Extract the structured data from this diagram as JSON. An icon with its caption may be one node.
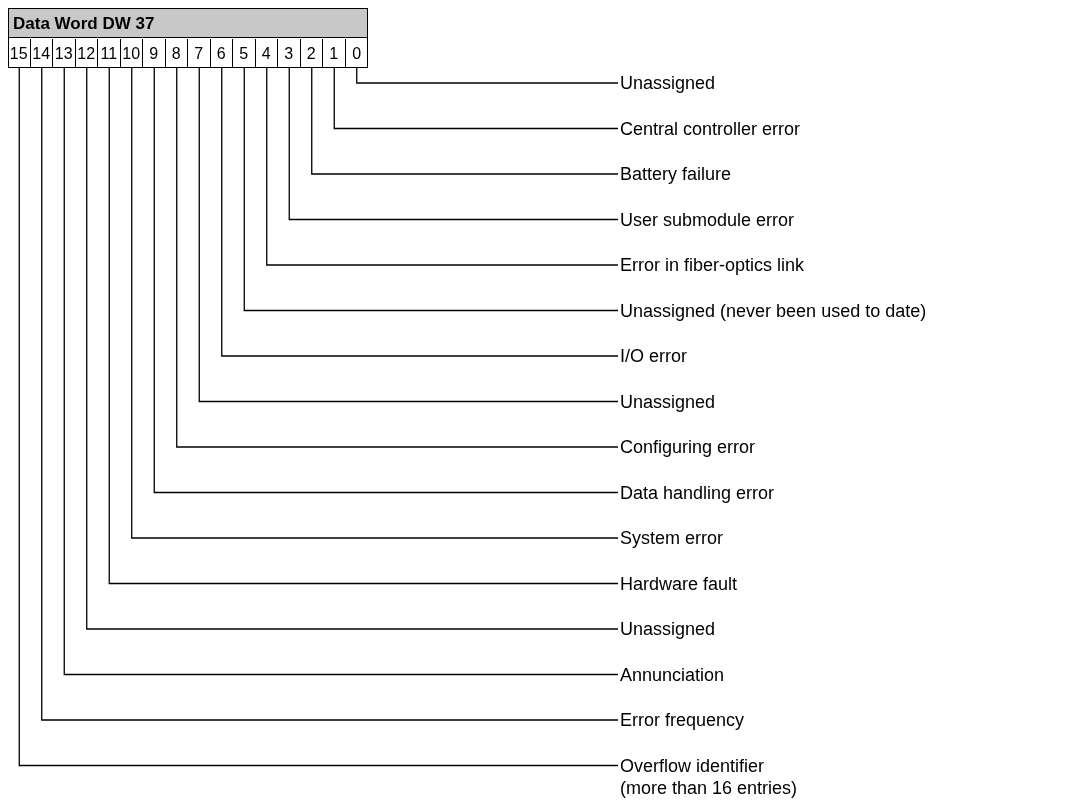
{
  "diagram": {
    "nodes": [
      {
        "text": [
          "Data Word DW 37"
        ]
      },
      {
        "text": [
          "15"
        ],
        "in": 0
      },
      {
        "text": [
          "14"
        ],
        "in": 0
      },
      {
        "text": [
          "13"
        ],
        "in": 0
      },
      {
        "text": [
          "12"
        ],
        "in": 0
      },
      {
        "text": [
          "11"
        ],
        "in": 0
      },
      {
        "text": [
          "10"
        ],
        "in": 0
      },
      {
        "text": [
          "9"
        ],
        "in": 0
      },
      {
        "text": [
          "8"
        ],
        "in": 0
      },
      {
        "text": [
          "7"
        ],
        "in": 0
      },
      {
        "text": [
          "6"
        ],
        "in": 0
      },
      {
        "text": [
          "5"
        ],
        "in": 0
      },
      {
        "text": [
          "4"
        ],
        "in": 0
      },
      {
        "text": [
          "3"
        ],
        "in": 0
      },
      {
        "text": [
          "2"
        ],
        "in": 0
      },
      {
        "text": [
          "1"
        ],
        "in": 0
      },
      {
        "text": [
          "0"
        ],
        "in": 0
      },
      {
        "text": [
          "Unassigned"
        ]
      },
      {
        "text": [
          "Central controller error"
        ]
      },
      {
        "text": [
          "Battery failure"
        ]
      },
      {
        "text": [
          "User submodule error"
        ]
      },
      {
        "text": [
          "Error in fiber-optics link"
        ]
      },
      {
        "text": [
          "Unassigned (never been used to date)"
        ]
      },
      {
        "text": [
          "I/O error"
        ]
      },
      {
        "text": [
          "Unassigned"
        ]
      },
      {
        "text": [
          "Configuring error"
        ]
      },
      {
        "text": [
          "Data handling error"
        ]
      },
      {
        "text": [
          "System error"
        ]
      },
      {
        "text": [
          "Hardware fault"
        ]
      },
      {
        "text": [
          "Unassigned"
        ]
      },
      {
        "text": [
          "Annunciation"
        ]
      },
      {
        "text": [
          "Error frequency"
        ]
      },
      {
        "text": [
          "Overflow identifier (more than 16 entries)"
        ]
      }
    ],
    "edges": [
      {
        "from": 16,
        "to": 17,
        "arrow": "none"
      },
      {
        "from": 15,
        "to": 18,
        "arrow": "none"
      },
      {
        "from": 14,
        "to": 19,
        "arrow": "none"
      },
      {
        "from": 13,
        "to": 20,
        "arrow": "none"
      },
      {
        "from": 12,
        "to": 21,
        "arrow": "none"
      },
      {
        "from": 11,
        "to": 22,
        "arrow": "none"
      },
      {
        "from": 10,
        "to": 23,
        "arrow": "none"
      },
      {
        "from": 9,
        "to": 24,
        "arrow": "none"
      },
      {
        "from": 8,
        "to": 25,
        "arrow": "none"
      },
      {
        "from": 7,
        "to": 26,
        "arrow": "none"
      },
      {
        "from": 6,
        "to": 27,
        "arrow": "none"
      },
      {
        "from": 5,
        "to": 28,
        "arrow": "none"
      },
      {
        "from": 4,
        "to": 29,
        "arrow": "none"
      },
      {
        "from": 3,
        "to": 30,
        "arrow": "none"
      },
      {
        "from": 2,
        "to": 31,
        "arrow": "none"
      },
      {
        "from": 1,
        "to": 32,
        "arrow": "none"
      }
    ]
  }
}
